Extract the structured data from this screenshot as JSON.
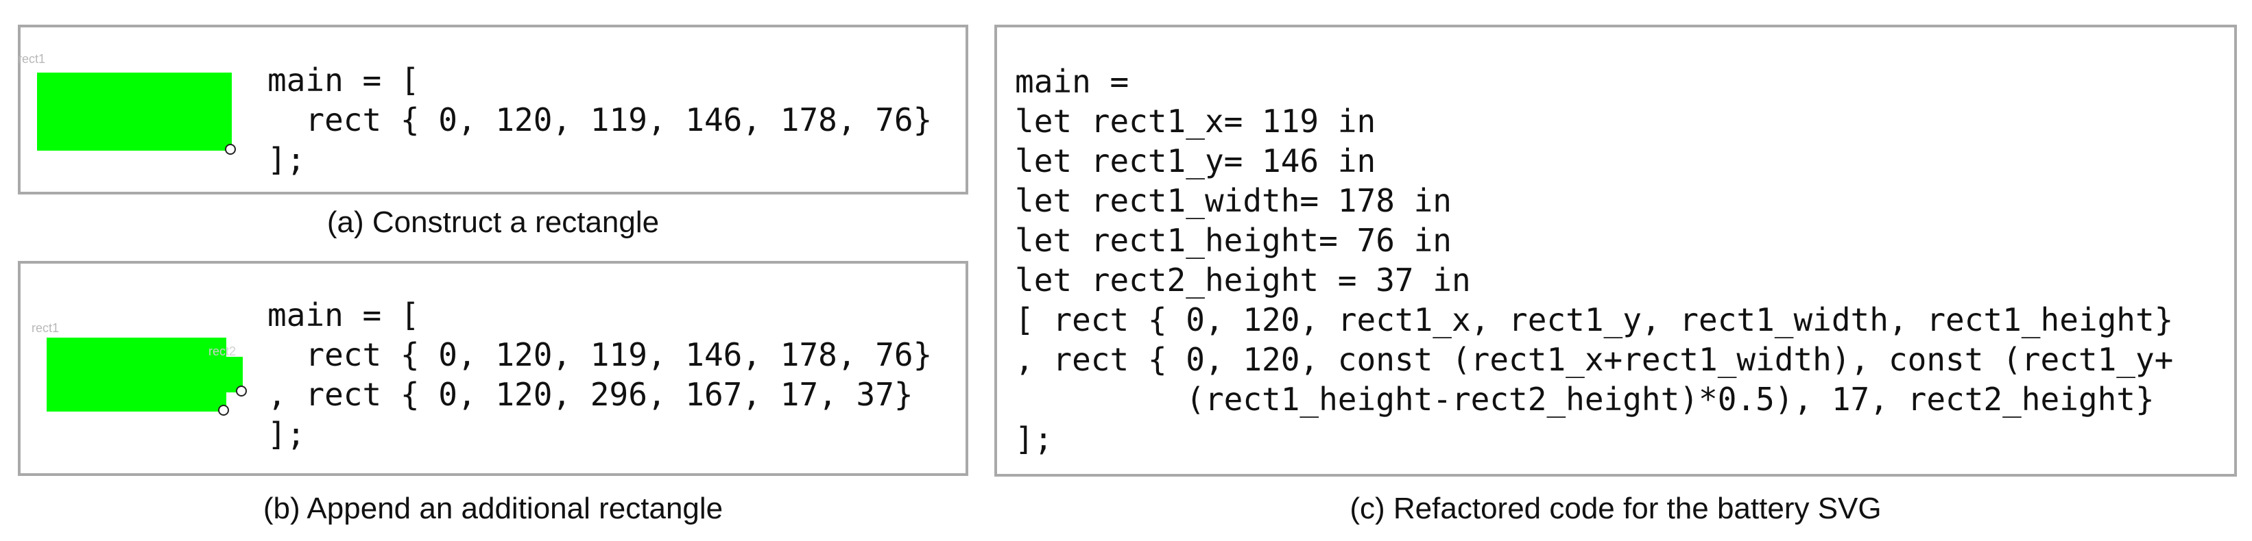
{
  "colors": {
    "rect_fill": "#00ff00",
    "panel_border": "#a9a9a9"
  },
  "panel_a": {
    "rect_label": "rect1",
    "code": "main = [\n  rect { 0, 120, 119, 146, 178, 76}\n];",
    "caption": "(a) Construct a rectangle"
  },
  "panel_b": {
    "rect1_label": "rect1",
    "rect2_label": "rect2",
    "code": "main = [\n  rect { 0, 120, 119, 146, 178, 76}\n, rect { 0, 120, 296, 167, 17, 37}\n];",
    "caption": "(b) Append an additional rectangle"
  },
  "panel_c": {
    "code": "main =\nlet rect1_x= 119 in\nlet rect1_y= 146 in\nlet rect1_width= 178 in\nlet rect1_height= 76 in\nlet rect2_height = 37 in\n[ rect { 0, 120, rect1_x, rect1_y, rect1_width, rect1_height}\n, rect { 0, 120, const (rect1_x+rect1_width), const (rect1_y+\n         (rect1_height-rect2_height)*0.5), 17, rect2_height}\n];",
    "caption": "(c) Refactored code for the battery SVG"
  }
}
